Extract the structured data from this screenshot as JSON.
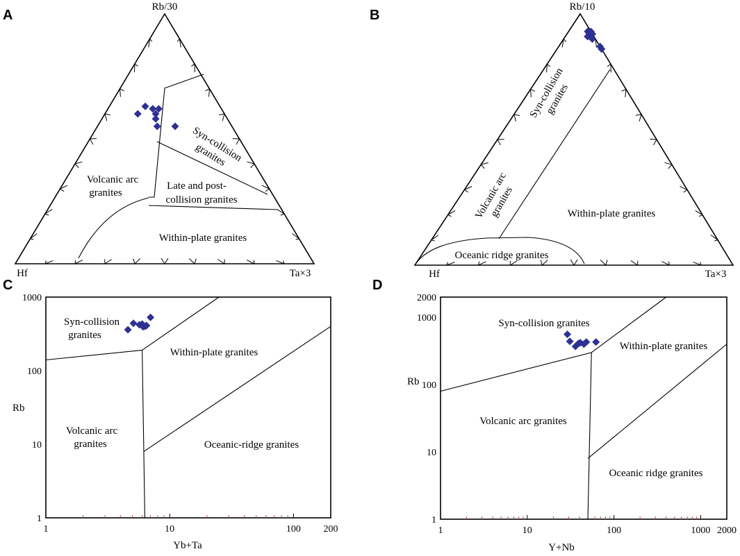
{
  "colors": {
    "points": "#2e3192",
    "lines": "#000000",
    "minor_ticks": "#b05050"
  },
  "chart_data": [
    {
      "panel": "A",
      "type": "scatter",
      "diagram": "ternary",
      "apex_labels": {
        "top": "Rb/30",
        "left": "Hf",
        "right": "Ta×3"
      },
      "fields": [
        {
          "text": [
            "Volcanic arc",
            "granites"
          ]
        },
        {
          "text": [
            "Syn-collision",
            "granites"
          ]
        },
        {
          "text": [
            "Late and post-",
            "collision granites"
          ]
        },
        {
          "text": [
            "Within-plate granites"
          ]
        }
      ],
      "points_ternary": [
        {
          "top": 0.63,
          "left": 0.25,
          "right": 0.12
        },
        {
          "top": 0.6,
          "left": 0.29,
          "right": 0.11
        },
        {
          "top": 0.62,
          "left": 0.23,
          "right": 0.15
        },
        {
          "top": 0.6,
          "left": 0.23,
          "right": 0.17
        },
        {
          "top": 0.58,
          "left": 0.24,
          "right": 0.18
        },
        {
          "top": 0.62,
          "left": 0.21,
          "right": 0.17
        },
        {
          "top": 0.55,
          "left": 0.25,
          "right": 0.2
        },
        {
          "top": 0.55,
          "left": 0.19,
          "right": 0.26
        }
      ]
    },
    {
      "panel": "B",
      "type": "scatter",
      "diagram": "ternary",
      "apex_labels": {
        "top": "Rb/10",
        "left": "Hf",
        "right": "Ta×3"
      },
      "fields": [
        {
          "text": [
            "Syn-collision",
            "granites"
          ]
        },
        {
          "text": [
            "Volcanic arc",
            "granites"
          ]
        },
        {
          "text": [
            "Within-plate granites"
          ]
        },
        {
          "text": [
            "Oceanic ridge granites"
          ]
        }
      ],
      "points_ternary": [
        {
          "top": 0.93,
          "left": 0.01,
          "right": 0.06
        },
        {
          "top": 0.91,
          "left": 0.02,
          "right": 0.07
        },
        {
          "top": 0.92,
          "left": 0.0,
          "right": 0.08
        },
        {
          "top": 0.93,
          "left": 0.0,
          "right": 0.07
        },
        {
          "top": 0.9,
          "left": 0.01,
          "right": 0.09
        },
        {
          "top": 0.92,
          "left": 0.01,
          "right": 0.07
        },
        {
          "top": 0.87,
          "left": 0.0,
          "right": 0.13
        },
        {
          "top": 0.86,
          "left": 0.0,
          "right": 0.14
        }
      ]
    },
    {
      "panel": "C",
      "type": "scatter",
      "xscale": "log",
      "yscale": "log",
      "xlabel": "Yb+Ta",
      "ylabel": "Rb",
      "xlim": [
        1,
        200
      ],
      "ylim": [
        1,
        1000
      ],
      "xticks": [
        "1",
        "10",
        "100",
        "200"
      ],
      "yticks": [
        "1",
        "10",
        "100",
        "1000"
      ],
      "fields": [
        {
          "text": [
            "Syn-collision",
            "granites"
          ]
        },
        {
          "text": [
            "Within-plate granites"
          ]
        },
        {
          "text": [
            "Volcanic arc",
            "granites"
          ]
        },
        {
          "text": [
            "Oceanic-ridge granites"
          ]
        }
      ],
      "points": [
        {
          "x": 4.6,
          "y": 360
        },
        {
          "x": 5.1,
          "y": 440
        },
        {
          "x": 5.7,
          "y": 420
        },
        {
          "x": 6.0,
          "y": 430
        },
        {
          "x": 6.3,
          "y": 400
        },
        {
          "x": 6.5,
          "y": 410
        },
        {
          "x": 7.0,
          "y": 530
        },
        {
          "x": 6.1,
          "y": 395
        }
      ],
      "boundaries": [
        [
          [
            1,
            140
          ],
          [
            6,
            190
          ]
        ],
        [
          [
            6,
            190
          ],
          [
            6.3,
            1
          ]
        ],
        [
          [
            6,
            190
          ],
          [
            25,
            1000
          ]
        ],
        [
          [
            6.2,
            8
          ],
          [
            200,
            400
          ]
        ]
      ]
    },
    {
      "panel": "D",
      "type": "scatter",
      "xscale": "log",
      "yscale": "log",
      "xlabel": "Y+Nb",
      "ylabel": "Rb",
      "xlim": [
        1,
        2000
      ],
      "ylim": [
        1,
        2000
      ],
      "xticks": [
        "1",
        "10",
        "100",
        "1000",
        "2000"
      ],
      "yticks": [
        "1",
        "10",
        "100",
        "1000",
        "2000"
      ],
      "fields": [
        {
          "text": [
            "Syn-collision granites"
          ]
        },
        {
          "text": [
            "Within-plate granites"
          ]
        },
        {
          "text": [
            "Volcanic arc granites"
          ]
        },
        {
          "text": [
            "Oceanic ridge granites"
          ]
        }
      ],
      "points": [
        {
          "x": 29,
          "y": 560
        },
        {
          "x": 31,
          "y": 440
        },
        {
          "x": 36,
          "y": 370
        },
        {
          "x": 41,
          "y": 420
        },
        {
          "x": 45,
          "y": 400
        },
        {
          "x": 48,
          "y": 430
        },
        {
          "x": 62,
          "y": 430
        },
        {
          "x": 39,
          "y": 410
        }
      ],
      "boundaries": [
        [
          [
            1,
            80
          ],
          [
            55,
            300
          ]
        ],
        [
          [
            55,
            300
          ],
          [
            50,
            1
          ]
        ],
        [
          [
            55,
            300
          ],
          [
            400,
            2000
          ]
        ],
        [
          [
            50,
            8
          ],
          [
            2000,
            400
          ]
        ]
      ]
    }
  ]
}
